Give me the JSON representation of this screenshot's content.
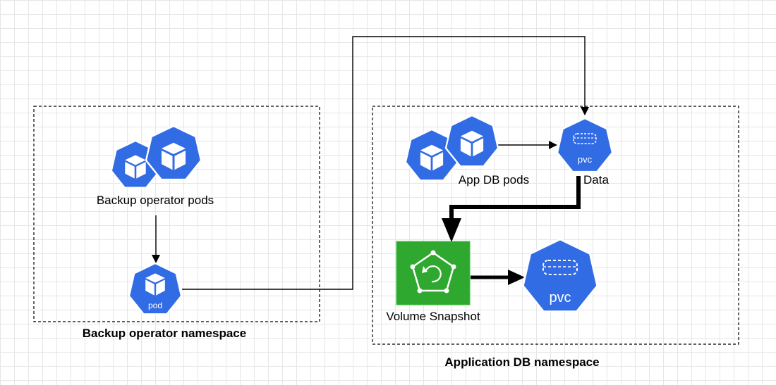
{
  "namespaces": {
    "backup": {
      "title": "Backup operator namespace"
    },
    "application": {
      "title": "Application DB namespace"
    }
  },
  "nodes": {
    "backup_pods": {
      "label": "Backup operator pods",
      "icon": "kubernetes-pods-icon"
    },
    "backup_pod": {
      "label": "pod",
      "icon": "kubernetes-pod-icon"
    },
    "app_db_pods": {
      "label": "App DB pods",
      "icon": "kubernetes-pods-icon"
    },
    "data_pvc": {
      "icon_text": "pvc",
      "label": "Data",
      "icon": "kubernetes-pvc-icon"
    },
    "volume_snapshot": {
      "label": "Volume Snapshot",
      "icon": "volume-snapshot-icon"
    },
    "snapshot_pvc": {
      "icon_text": "pvc",
      "icon": "kubernetes-pvc-icon"
    }
  },
  "colors": {
    "kubernetes_blue": "#326ce5",
    "snapshot_green": "#2ea82e",
    "grid": "#e6e6e6",
    "border": "#000000"
  }
}
